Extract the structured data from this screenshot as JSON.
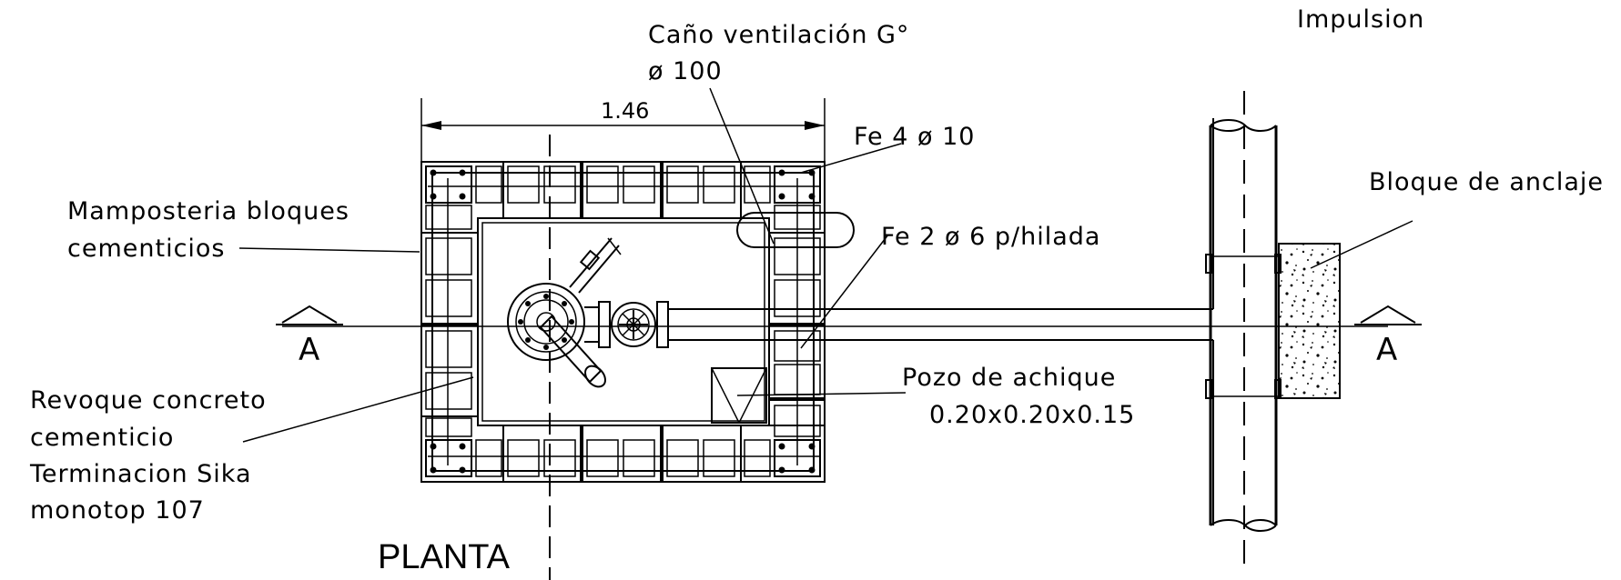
{
  "drawing": {
    "title": "PLANTA",
    "section_mark": "A",
    "dimension": "1.46",
    "labels": {
      "vent_pipe_1": "Caño ventilación G°",
      "vent_pipe_2": "ø 100",
      "impulsion": "Impulsion",
      "fe4": "Fe 4 ø 10",
      "bloque_anclaje": "Bloque de anclaje",
      "fe2": "Fe 2 ø 6 p/hilada",
      "mamposteria_1": "Mamposteria bloques",
      "mamposteria_2": "cementicios",
      "pozo_1": "Pozo de achique",
      "pozo_2": "0.20x0.20x0.15",
      "revoque_1": "Revoque concreto",
      "revoque_2": "cementicio",
      "revoque_3": "Terminacion Sika",
      "revoque_4": "monotop 107"
    }
  }
}
